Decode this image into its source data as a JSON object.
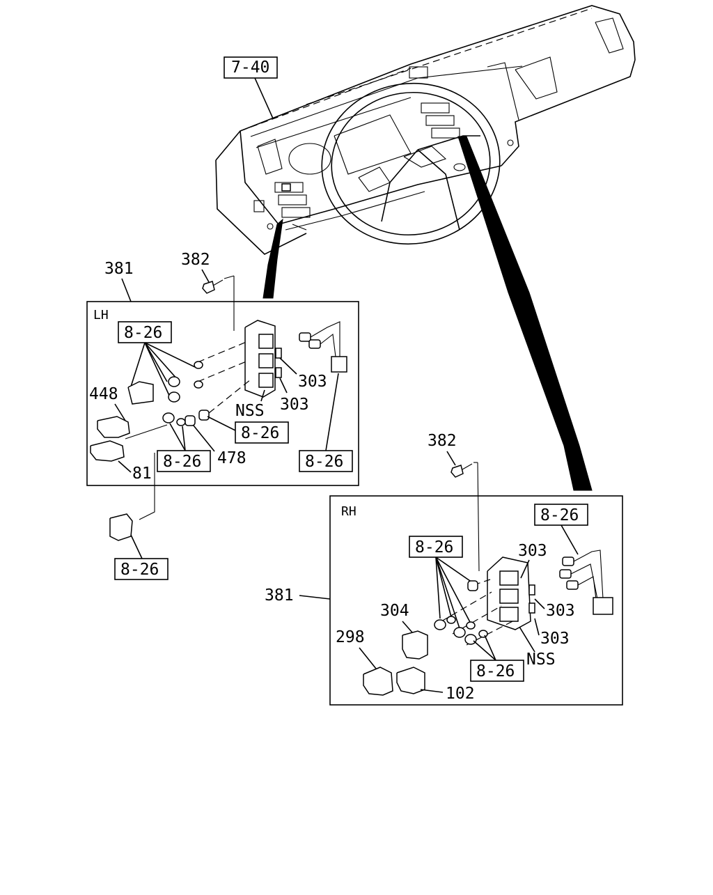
{
  "diagram": {
    "dashboard_ref": "7-40",
    "lh_panel": {
      "side_label": "LH",
      "assembly_label": "381",
      "screw_label": "382",
      "refs": [
        "8-26",
        "8-26",
        "8-26",
        "8-26",
        "8-26"
      ],
      "labels": {
        "p448": "448",
        "p81": "81",
        "p478": "478",
        "p303a": "303",
        "p303b": "303",
        "nss": "NSS"
      }
    },
    "rh_panel": {
      "side_label": "RH",
      "assembly_label": "381",
      "screw_label": "382",
      "refs": [
        "8-26",
        "8-26",
        "8-26"
      ],
      "labels": {
        "p304": "304",
        "p298": "298",
        "p102": "102",
        "p303a": "303",
        "p303b": "303",
        "p303c": "303",
        "nss": "NSS"
      }
    }
  }
}
